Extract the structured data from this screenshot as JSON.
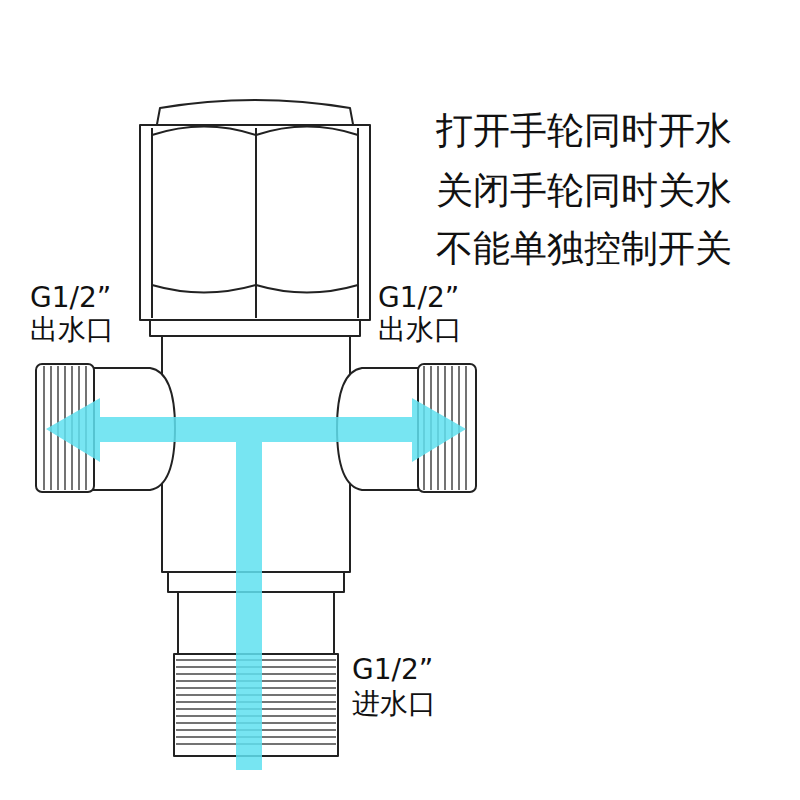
{
  "diagram": {
    "labels": [
      "打开手轮同时开水",
      "关闭手轮同时关水",
      "不能单独控制开关",
      "G1/2”",
      "出水口",
      "G1/2”",
      "出水口",
      "G1/2”",
      "进水口"
    ]
  }
}
